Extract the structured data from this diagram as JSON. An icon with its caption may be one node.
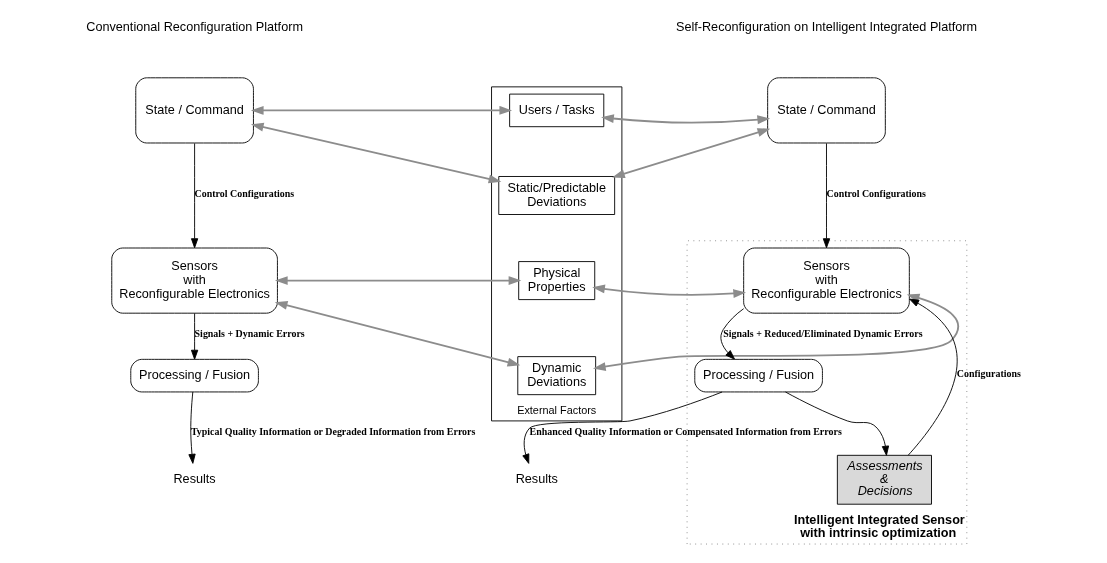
{
  "diagram": {
    "nodes": [
      {
        "text": [
          "State / Command"
        ]
      },
      {
        "text": [
          "Sensors with Reconfigurable Electronics"
        ]
      },
      {
        "text": [
          "Processing / Fusion"
        ]
      },
      {
        "text": [
          "Results"
        ]
      },
      {
        "text": [
          "External Factors"
        ]
      },
      {
        "text": [
          "Users / Tasks"
        ],
        "in": 4
      },
      {
        "text": [
          "Static/Predictable Deviations"
        ],
        "in": 4
      },
      {
        "text": [
          "Physical Properties"
        ],
        "in": 4
      },
      {
        "text": [
          "Dynamic Deviations"
        ],
        "in": 4
      },
      {
        "text": [
          "State / Command"
        ]
      },
      {
        "text": [
          "Intelligent Integrated Sensor with intrinsic optimization"
        ]
      },
      {
        "text": [
          "Sensors with Reconfigurable Electronics"
        ],
        "in": 10
      },
      {
        "text": [
          "Assessments & Decisions"
        ],
        "in": 10
      },
      {
        "text": [
          "Processing / Fusion"
        ],
        "in": 10
      },
      {
        "text": [
          "Results"
        ]
      }
    ],
    "edges": [
      {
        "from": 0,
        "to": 1,
        "arrow": "to",
        "label": "Control Configurations"
      },
      {
        "from": 1,
        "to": 2,
        "arrow": "to",
        "label": "Signals + Dynamic Errors"
      },
      {
        "from": 2,
        "to": 3,
        "arrow": "to",
        "label": "Typical Quality Information or Degraded Information from Errors"
      },
      {
        "from": 5,
        "to": 0,
        "arrow": "both",
        "color": "#8c8c8c"
      },
      {
        "from": 5,
        "to": 9,
        "arrow": "both",
        "color": "#8c8c8c"
      },
      {
        "from": 6,
        "to": 0,
        "arrow": "both",
        "color": "#8c8c8c"
      },
      {
        "from": 6,
        "to": 9,
        "arrow": "both",
        "color": "#8c8c8c"
      },
      {
        "from": 7,
        "to": 1,
        "arrow": "both",
        "color": "#8c8c8c"
      },
      {
        "from": 7,
        "to": 11,
        "arrow": "both",
        "color": "#8c8c8c"
      },
      {
        "from": 8,
        "to": 1,
        "arrow": "both",
        "color": "#8c8c8c"
      },
      {
        "from": 8,
        "to": 11,
        "arrow": "both",
        "color": "#8c8c8c"
      },
      {
        "from": 9,
        "to": 11,
        "arrow": "to",
        "label": "Control Configurations"
      },
      {
        "from": 11,
        "to": 13,
        "arrow": "to",
        "label": "Signals + Reduced/Eliminated Dynamic Errors"
      },
      {
        "from": 13,
        "to": 12,
        "arrow": "to"
      },
      {
        "from": 12,
        "to": 11,
        "arrow": "to",
        "label": "Configurations"
      },
      {
        "from": 13,
        "to": 14,
        "arrow": "to",
        "label": "Enhanced Quality Information or Compensated Information from Errors"
      }
    ],
    "labels": [
      "Conventional Reconfiguration Platform",
      "Self-Reconfiguration on Intelligent Integrated Platform"
    ]
  }
}
